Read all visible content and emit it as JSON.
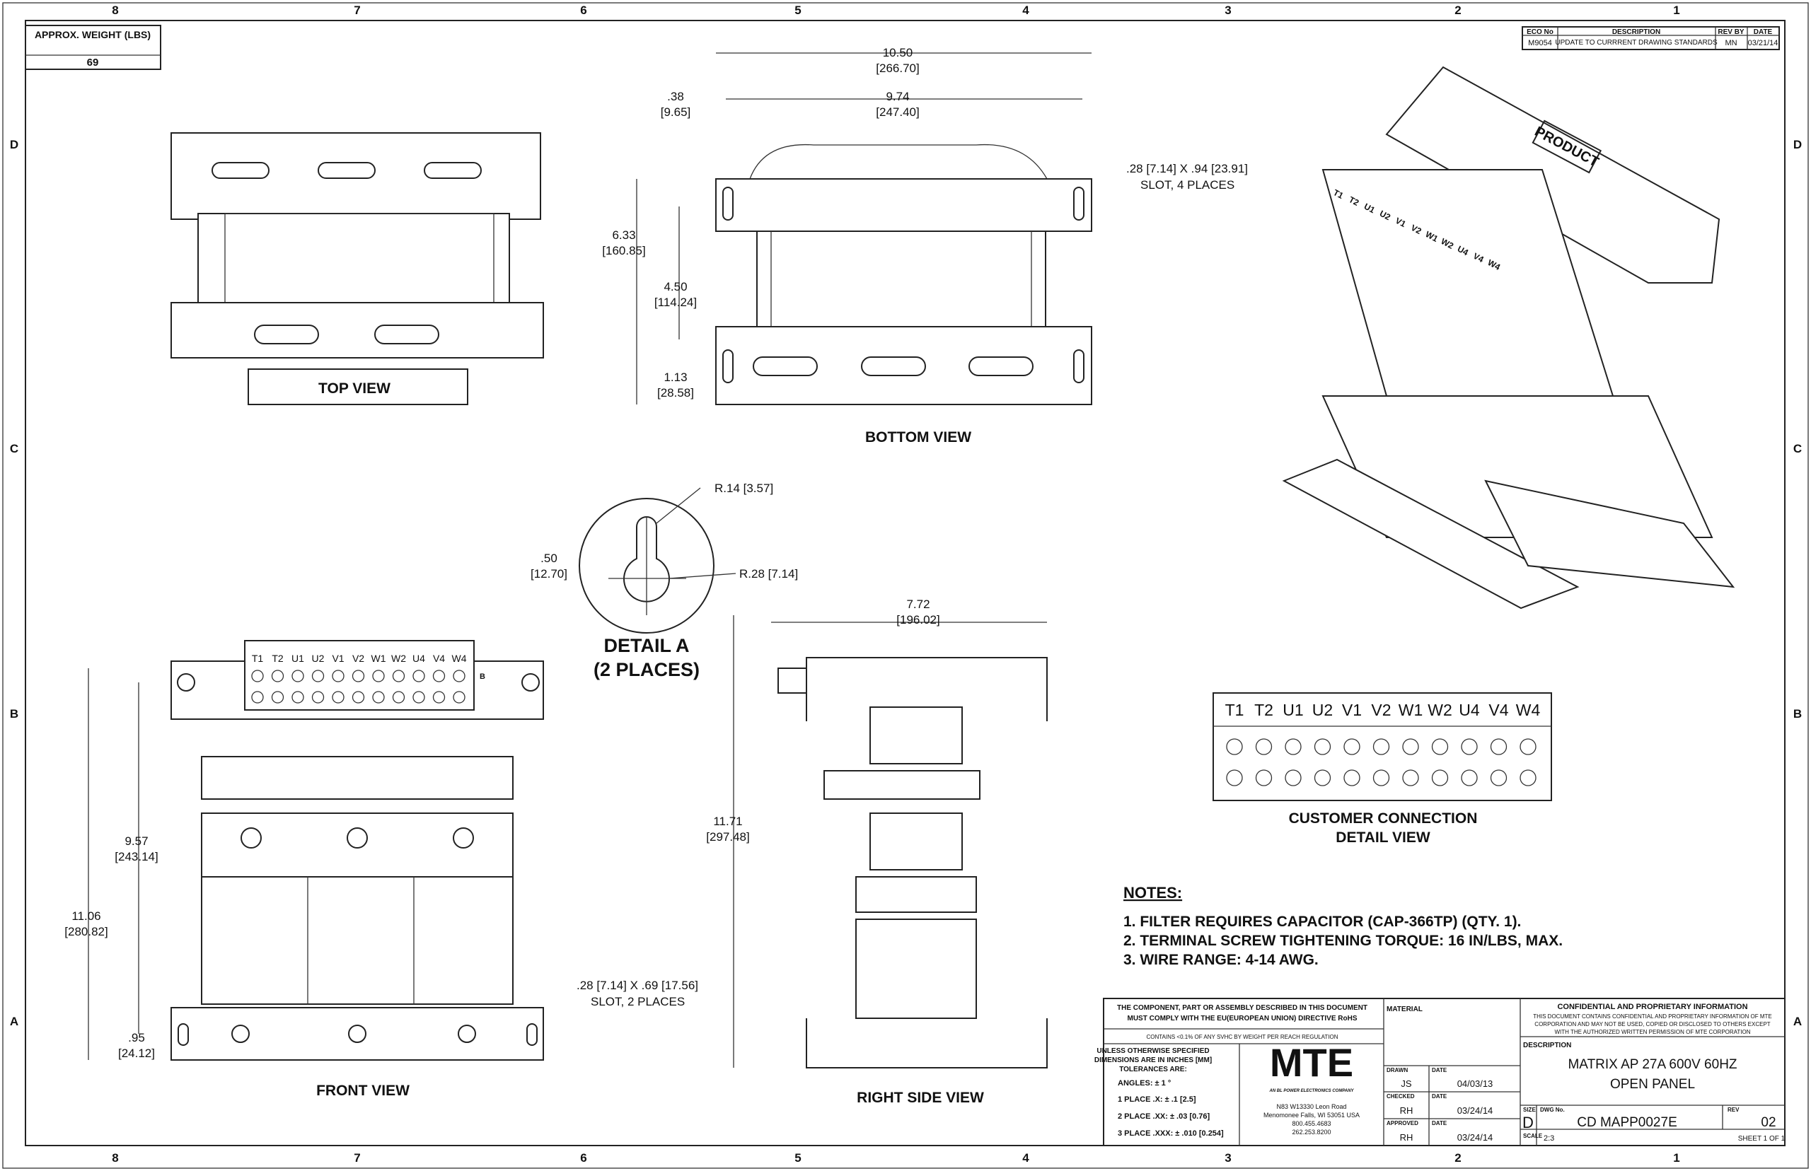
{
  "zones": {
    "cols": [
      "8",
      "7",
      "6",
      "5",
      "4",
      "3",
      "2",
      "1"
    ],
    "rows": [
      "D",
      "C",
      "B",
      "A"
    ]
  },
  "weight": {
    "label": "APPROX. WEIGHT (LBS)",
    "value": "69"
  },
  "revision": {
    "headers": [
      "ECO No",
      "DESCRIPTION",
      "REV BY",
      "DATE"
    ],
    "row": [
      "M9054",
      "UPDATE TO CURRRENT DRAWING STANDARDS",
      "MN",
      "03/21/14"
    ]
  },
  "views": {
    "top": "TOP VIEW",
    "bottom": "BOTTOM VIEW",
    "front": "FRONT VIEW",
    "right": "RIGHT SIDE VIEW",
    "detail_a": "DETAIL A",
    "detail_a_sub": "(2 PLACES)",
    "customer": "CUSTOMER CONNECTION",
    "customer_sub": "DETAIL VIEW",
    "product_label": "PRODUCT"
  },
  "dims": {
    "bottom_w1": "10.50",
    "bottom_w1_mm": "[266.70]",
    "bottom_w2": "9.74",
    "bottom_w2_mm": "[247.40]",
    "bottom_off": ".38",
    "bottom_off_mm": "[9.65]",
    "bottom_h": "6.33",
    "bottom_h_mm": "[160.85]",
    "bottom_h2": "4.50",
    "bottom_h2_mm": "[114.24]",
    "bottom_h3": "1.13",
    "bottom_h3_mm": "[28.58]",
    "slot4": ".28 [7.14] X .94 [23.91]",
    "slot4_sub": "SLOT, 4 PLACES",
    "r1": "R.14 [3.57]",
    "r2": "R.28 [7.14]",
    "det_h": ".50",
    "det_h_mm": "[12.70]",
    "front_h": "11.06",
    "front_h_mm": "[280.82]",
    "front_h2": "9.57",
    "front_h2_mm": "[243.14]",
    "front_h3": ".95",
    "front_h3_mm": "[24.12]",
    "slot2": ".28 [7.14] X .69 [17.56]",
    "slot2_sub": "SLOT, 2 PLACES",
    "side_w": "7.72",
    "side_w_mm": "[196.02]",
    "side_h": "11.71",
    "side_h_mm": "[297.48]",
    "tb_marker": "B"
  },
  "terminals": [
    "T1",
    "T2",
    "U1",
    "U2",
    "V1",
    "V2",
    "W1",
    "W2",
    "U4",
    "V4",
    "W4"
  ],
  "notes": {
    "title": "NOTES:",
    "items": [
      "1.  FILTER REQUIRES CAPACITOR (CAP-366TP) (QTY. 1).",
      "2.  TERMINAL SCREW TIGHTENING TORQUE: 16 IN/LBS, MAX.",
      "3.  WIRE RANGE: 4-14 AWG."
    ]
  },
  "title_block": {
    "rohs1": "THE COMPONENT, PART OR ASSEMBLY DESCRIBED IN THIS DOCUMENT",
    "rohs2": "MUST COMPLY WITH THE EU(EUROPEAN UNION) DIRECTIVE RoHS",
    "reach": "CONTAINS <0.1% OF ANY SVHC BY WEIGHT PER REACH REGULATION",
    "tol1": "UNLESS OTHERWISE SPECIFIED",
    "tol2": "DIMENSIONS ARE IN INCHES [MM]",
    "tol3": "TOLERANCES ARE:",
    "angles": "ANGLES: ± 1 °",
    "place1": "1 PLACE .X: ± .1 [2.5]",
    "place2": "2 PLACE .XX: ± .03 [0.76]",
    "place3": "3 PLACE .XXX: ± .010 [0.254]",
    "logo": "MTE",
    "logo_sub": "AN BL POWER ELECTRONICS COMPANY",
    "addr1": "N83 W13330 Leon Road",
    "addr2": "Menomonee Falls, WI 53051 USA",
    "phone1": "800.455.4683",
    "phone2": "262.253.8200",
    "material_label": "MATERIAL",
    "drawn_label": "DRAWN",
    "drawn": "JS",
    "drawn_date": "04/03/13",
    "checked_label": "CHECKED",
    "checked": "RH",
    "checked_date": "03/24/14",
    "approved_label": "APPROVED",
    "approved": "RH",
    "approved_date": "03/24/14",
    "date_label": "DATE",
    "conf_title": "CONFIDENTIAL AND PROPRIETARY INFORMATION",
    "conf1": "THIS DOCUMENT CONTAINS CONFIDENTIAL AND PROPRIETARY INFORMATION OF MTE",
    "conf2": "CORPORATION AND MAY NOT BE USED, COPIED OR DISCLOSED TO OTHERS EXCEPT",
    "conf3": "WITH THE AUTHORIZED WRITTEN PERMISSION OF MTE CORPORATION",
    "desc_label": "DESCRIPTION",
    "desc1": "MATRIX AP 27A 600V 60HZ",
    "desc2": "OPEN PANEL",
    "size_label": "SIZE",
    "size": "D",
    "dwg_label": "DWG No.",
    "dwg": "CD MAPP0027E",
    "rev_label": "REV",
    "rev": "02",
    "scale_label": "SCALE",
    "scale": "2:3",
    "sheet": "SHEET 1  OF 1"
  }
}
